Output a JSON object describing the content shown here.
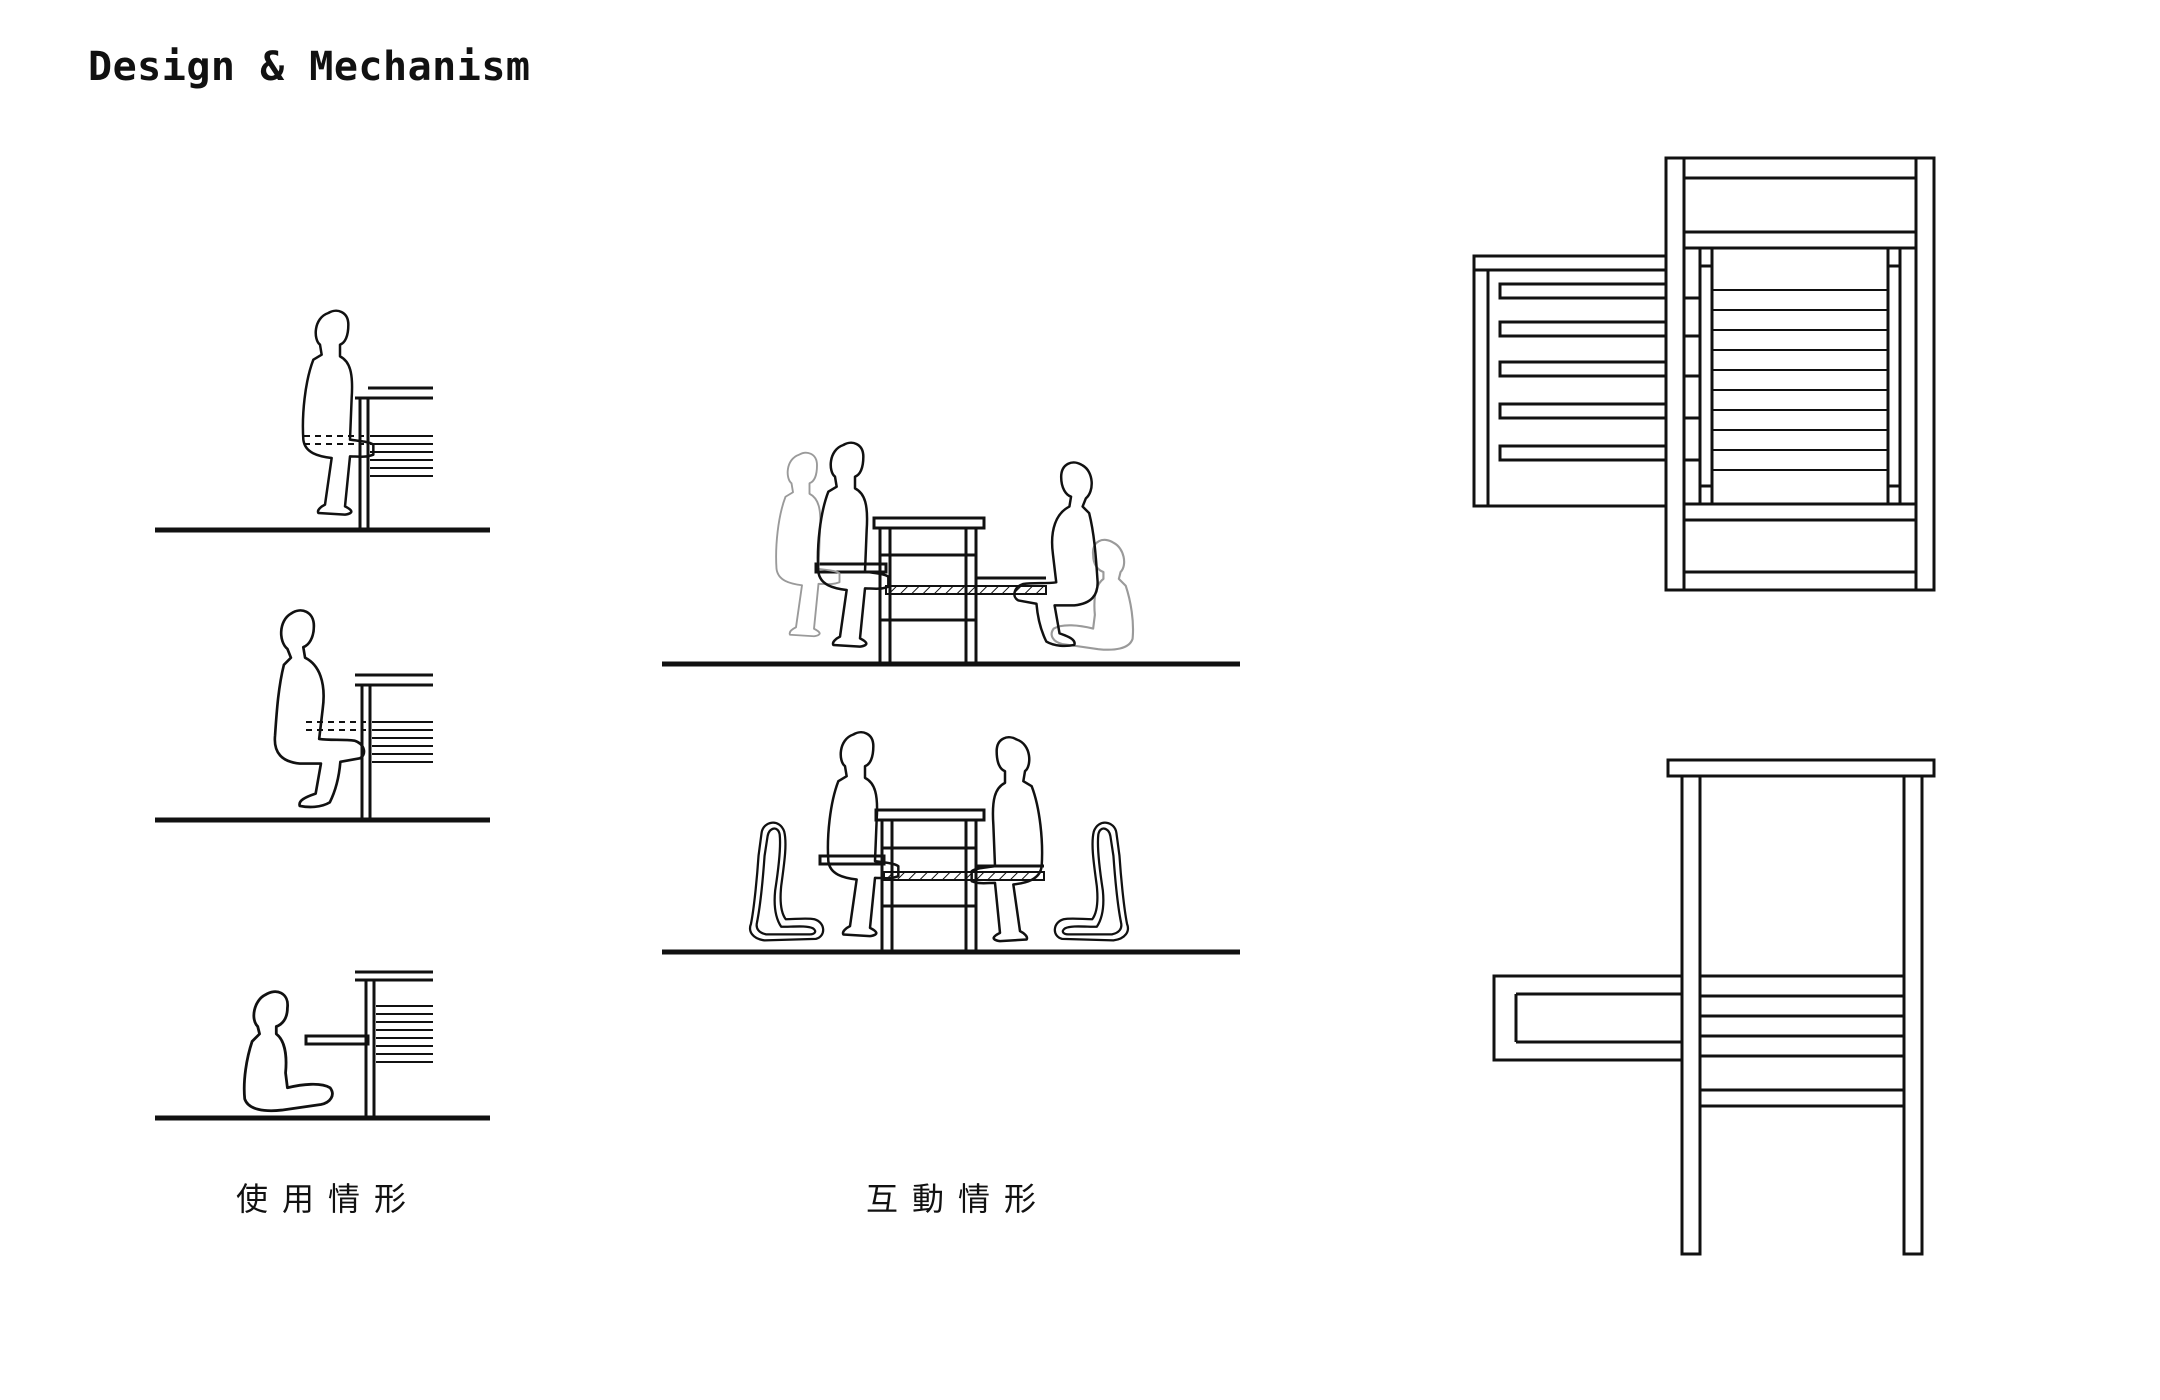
{
  "title": "Design & Mechanism",
  "captions": {
    "usage": "使用情形",
    "interaction": "互動情形"
  },
  "colors": {
    "ink": "#111111",
    "ghost": "#9a9a9a",
    "background": "#ffffff"
  }
}
